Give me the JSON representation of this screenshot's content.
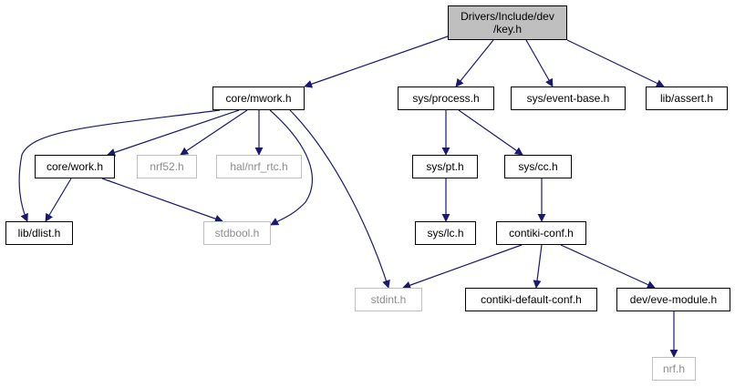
{
  "graph": {
    "title_line1": "Drivers/Include/dev",
    "title_line2": "/key.h",
    "nodes": {
      "core_mwork": "core/mwork.h",
      "sys_process": "sys/process.h",
      "sys_event_base": "sys/event-base.h",
      "lib_assert": "lib/assert.h",
      "core_work": "core/work.h",
      "nrf52": "nrf52.h",
      "hal_nrf_rtc": "hal/nrf_rtc.h",
      "sys_pt": "sys/pt.h",
      "sys_cc": "sys/cc.h",
      "lib_dlist": "lib/dlist.h",
      "stdbool": "stdbool.h",
      "sys_lc": "sys/lc.h",
      "contiki_conf": "contiki-conf.h",
      "stdint": "stdint.h",
      "contiki_default_conf": "contiki-default-conf.h",
      "dev_eve_module": "dev/eve-module.h",
      "nrf": "nrf.h"
    }
  },
  "colors": {
    "edge": "#191970",
    "root_fill": "#bfbfbf",
    "node_border": "#000000",
    "missing_border": "#bfbfbf",
    "missing_text": "#8c8c8c"
  }
}
